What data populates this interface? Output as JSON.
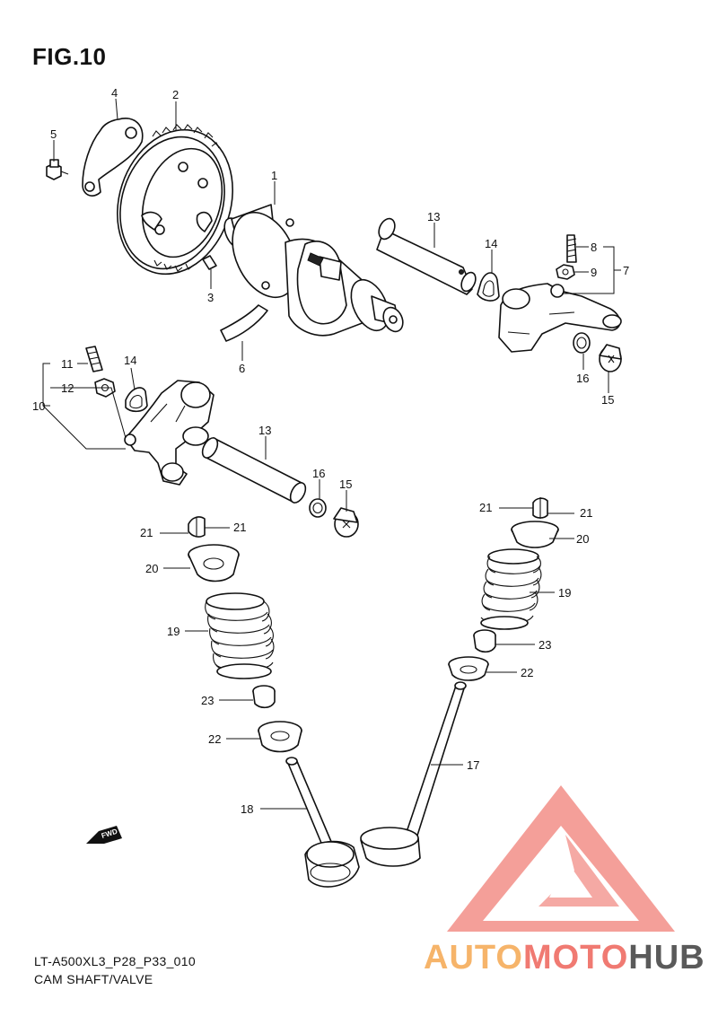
{
  "figure": {
    "title": "FIG.10",
    "drawing_code": "LT-A500XL3_P28_P33_010",
    "caption": "CAM SHAFT/VALVE",
    "fwd_label": "FWD"
  },
  "callouts": {
    "c1": "1",
    "c2": "2",
    "c3": "3",
    "c4": "4",
    "c5": "5",
    "c6": "6",
    "c7": "7",
    "c8": "8",
    "c9": "9",
    "c10": "10",
    "c11": "11",
    "c12": "12",
    "c13a": "13",
    "c13b": "13",
    "c14a": "14",
    "c14b": "14",
    "c15a": "15",
    "c15b": "15",
    "c16a": "16",
    "c16b": "16",
    "c17": "17",
    "c18": "18",
    "c19a": "19",
    "c19b": "19",
    "c20a": "20",
    "c20b": "20",
    "c21a": "21",
    "c21b": "21",
    "c21c": "21",
    "c21d": "21",
    "c22a": "22",
    "c22b": "22",
    "c23a": "23",
    "c23b": "23"
  },
  "watermark": {
    "part1": "AUTO",
    "part2": "MOTO",
    "part3": "HUB",
    "colors": {
      "auto": "#f6b46a",
      "moto": "#f07a72",
      "hub": "#5a5a5a",
      "triangle": "#f07a72"
    }
  }
}
